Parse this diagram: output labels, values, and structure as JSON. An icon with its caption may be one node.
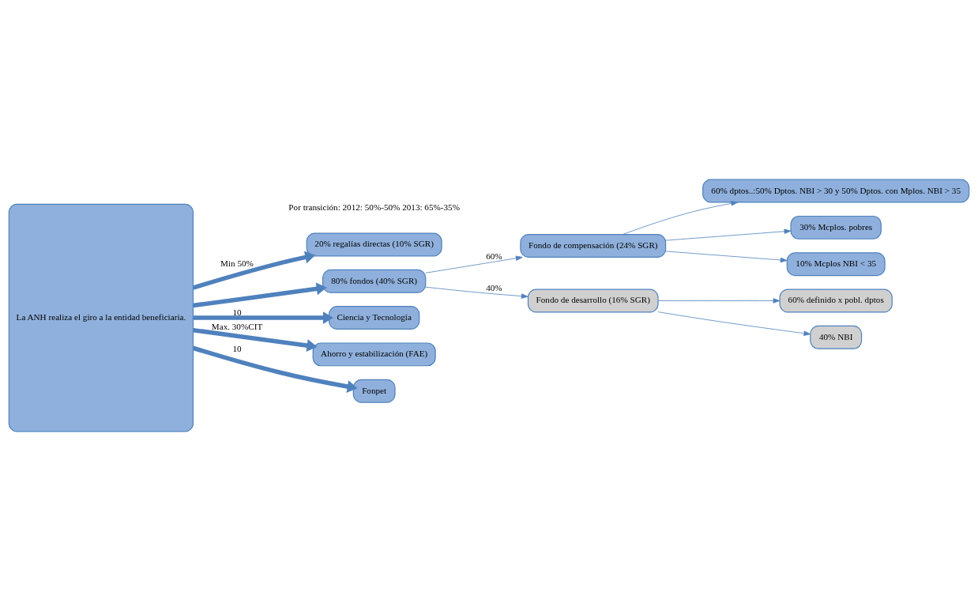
{
  "diagram": {
    "nodes": [
      {
        "text": [
          "La ANH realiza el giro a la entidad beneficiaria."
        ]
      },
      {
        "text": [
          "20% regalías directas (10% SGR)"
        ]
      },
      {
        "text": [
          "80% fondos (40% SGR)"
        ]
      },
      {
        "text": [
          "Ciencia y Tecnología"
        ]
      },
      {
        "text": [
          "Ahorro y estabilización (FAE)"
        ]
      },
      {
        "text": [
          "Fonpet"
        ]
      },
      {
        "text": [
          "Fondo de compensación (24% SGR)"
        ]
      },
      {
        "text": [
          "Fondo de desarrollo (16% SGR)"
        ]
      },
      {
        "text": [
          "60% dptos..:50% Dptos. NBI > 30 y 50% Dptos. con Mplos. NBI > 35"
        ]
      },
      {
        "text": [
          "30% Mcplos. pobres"
        ]
      },
      {
        "text": [
          "10% Mcplos NBI < 35"
        ]
      },
      {
        "text": [
          "60% definido x pobl. dptos"
        ]
      },
      {
        "text": [
          "40% NBI"
        ]
      }
    ],
    "edges": [
      {
        "from": 0,
        "to": 1,
        "arrow": "to",
        "label": "Min 50%",
        "style": "thick"
      },
      {
        "from": 0,
        "to": 2,
        "arrow": "to",
        "style": "thick"
      },
      {
        "from": 0,
        "to": 3,
        "arrow": "to",
        "label": "10",
        "style": "thick"
      },
      {
        "from": 0,
        "to": 4,
        "arrow": "to",
        "label": "Max. 30%CIT",
        "style": "thick"
      },
      {
        "from": 0,
        "to": 5,
        "arrow": "to",
        "label": "10",
        "style": "thick"
      },
      {
        "from": 2,
        "to": 6,
        "arrow": "to",
        "label": "60%"
      },
      {
        "from": 2,
        "to": 7,
        "arrow": "to",
        "label": "40%"
      },
      {
        "from": 6,
        "to": 8,
        "arrow": "to"
      },
      {
        "from": 6,
        "to": 9,
        "arrow": "to"
      },
      {
        "from": 6,
        "to": 10,
        "arrow": "to"
      },
      {
        "from": 7,
        "to": 11,
        "arrow": "to"
      },
      {
        "from": 7,
        "to": 12,
        "arrow": "to"
      }
    ],
    "labels": [
      "Por transición: 2012: 50%-50% 2013: 65%-35%"
    ]
  }
}
